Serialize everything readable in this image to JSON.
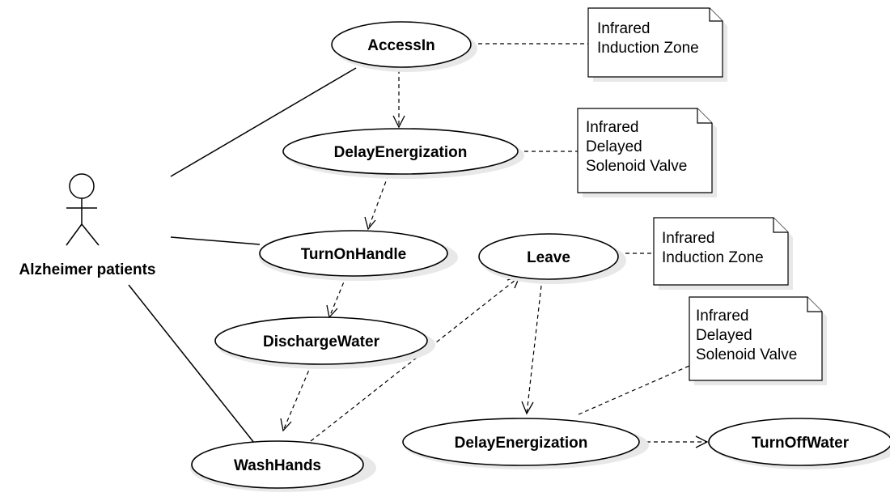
{
  "actor": {
    "label": "Alzheimer patients"
  },
  "use_cases": [
    {
      "id": "access_in",
      "label": "AccessIn"
    },
    {
      "id": "delay_energization_1",
      "label": "DelayEnergization"
    },
    {
      "id": "turn_on_handle",
      "label": "TurnOnHandle"
    },
    {
      "id": "discharge_water",
      "label": "DischargeWater"
    },
    {
      "id": "wash_hands",
      "label": "WashHands"
    },
    {
      "id": "leave",
      "label": "Leave"
    },
    {
      "id": "delay_energization_2",
      "label": "DelayEnergization"
    },
    {
      "id": "turn_off_water",
      "label": "TurnOffWater"
    }
  ],
  "notes": [
    {
      "id": "note_access_in",
      "lines": [
        "Infrared",
        "Induction Zone"
      ]
    },
    {
      "id": "note_delay_1",
      "lines": [
        "Infrared",
        "Delayed",
        "Solenoid Valve"
      ]
    },
    {
      "id": "note_leave",
      "lines": [
        "Infrared",
        "Induction Zone"
      ]
    },
    {
      "id": "note_delay_2",
      "lines": [
        "Infrared",
        "Delayed",
        "Solenoid Valve"
      ]
    }
  ],
  "associations": [
    {
      "from": "actor",
      "to": "access_in"
    },
    {
      "from": "actor",
      "to": "turn_on_handle"
    },
    {
      "from": "actor",
      "to": "wash_hands"
    }
  ],
  "dependencies": [
    {
      "from": "access_in",
      "to": "delay_energization_1"
    },
    {
      "from": "delay_energization_1",
      "to": "turn_on_handle"
    },
    {
      "from": "turn_on_handle",
      "to": "discharge_water"
    },
    {
      "from": "discharge_water",
      "to": "wash_hands"
    },
    {
      "from": "wash_hands",
      "to": "leave"
    },
    {
      "from": "leave",
      "to": "delay_energization_2"
    },
    {
      "from": "delay_energization_2",
      "to": "turn_off_water"
    }
  ],
  "note_links": [
    {
      "from": "access_in",
      "to": "note_access_in"
    },
    {
      "from": "delay_energization_1",
      "to": "note_delay_1"
    },
    {
      "from": "leave",
      "to": "note_leave"
    },
    {
      "from": "delay_energization_2",
      "to": "note_delay_2"
    }
  ]
}
